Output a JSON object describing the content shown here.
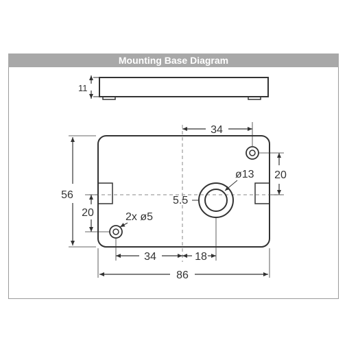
{
  "title": "Mounting Base Diagram",
  "labels": {
    "height": "11",
    "top_width": "34",
    "right_offset": "20",
    "hole_large": "ø13",
    "center_offset": "5.5",
    "overall_height": "56",
    "left_offset": "20",
    "hole_small": "2x ø5",
    "bottom_left": "34",
    "bottom_right": "18",
    "overall_width": "86"
  },
  "colors": {
    "line": "#333333",
    "title_bg": "#a8a8a8",
    "frame": "#9a9a9a"
  }
}
